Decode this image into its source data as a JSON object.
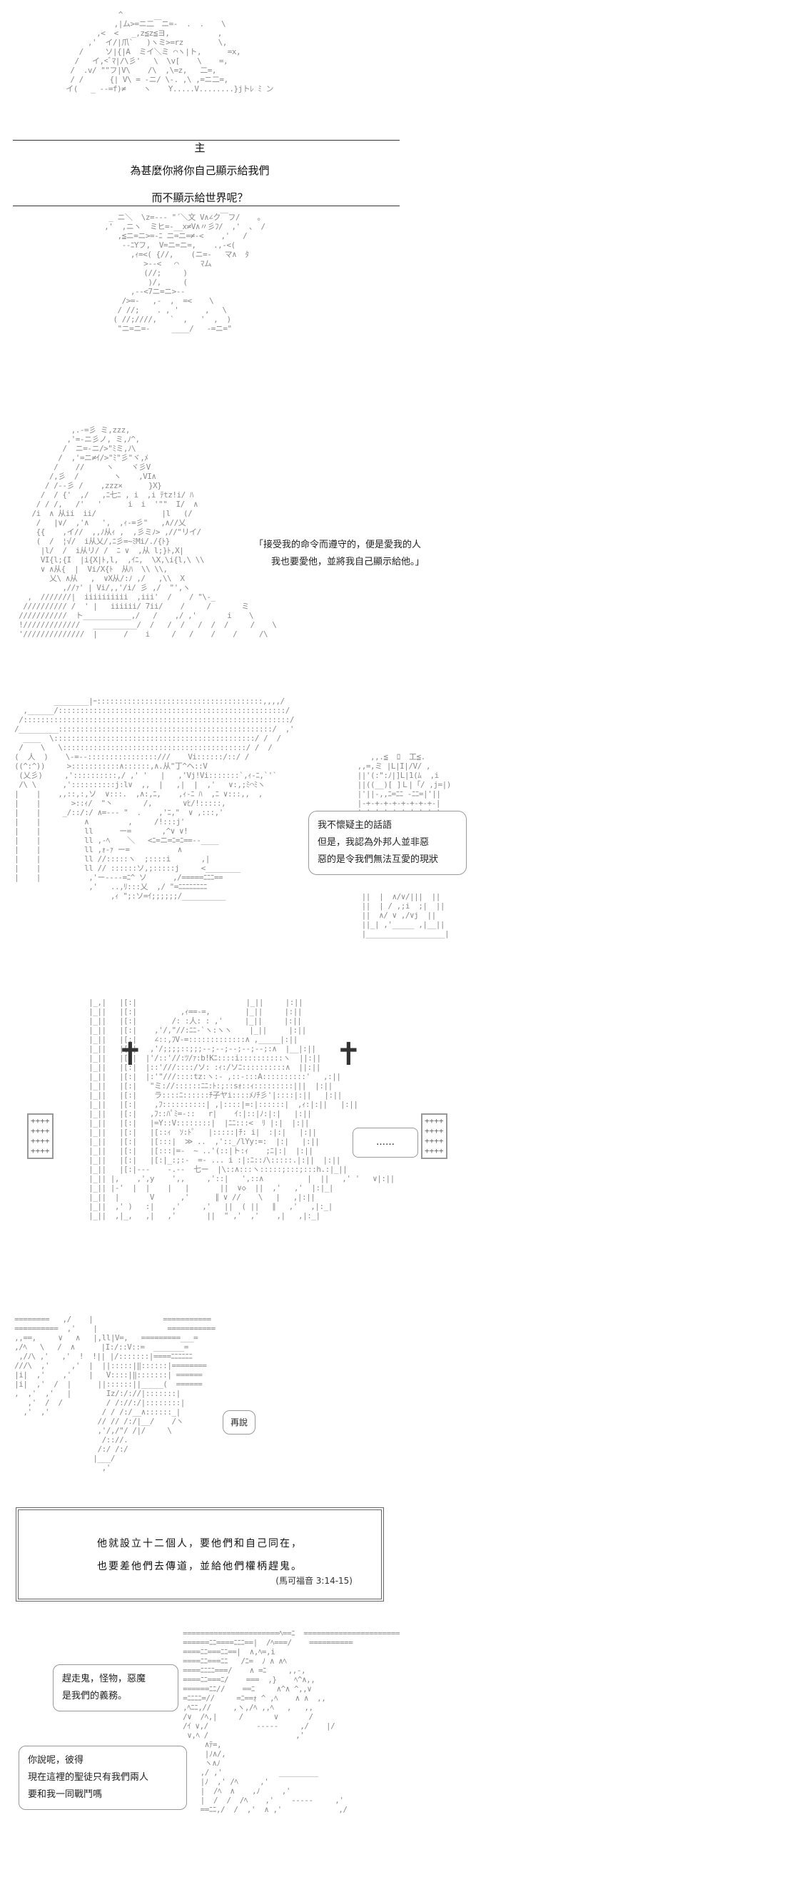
{
  "panel1": {
    "line1": "主",
    "line2": "為甚麼你將你自己顯示給我們",
    "line3": "而不顯示給世界呢？"
  },
  "panel2": {
    "bubble_line1": "「接受我的命令而遵守的，便是愛我的人",
    "bubble_line2": "我也要愛他，並將我自己顯示給他。」"
  },
  "panel3": {
    "bubble_line1": "我不懷疑主的話語",
    "bubble_line2": "但是，我認為外邦人並非惡",
    "bubble_line3": "惡的是令我們無法互愛的現狀"
  },
  "panel4": {
    "bubble": "……",
    "grid_glyph": "++++\n++++\n++++\n++++"
  },
  "panel5": {
    "bubble": "再說"
  },
  "quote": {
    "line1": "他就設立十二個人，要他們和自己同在，",
    "line2": "也要差他們去傳道，並給他們權柄趕鬼。",
    "citation": "(馬可福音 3:14-15)"
  },
  "panel7": {
    "bubble1_line1": "趕走鬼，怪物，惡魔",
    "bubble1_line2": "是我們的義務。",
    "bubble2_line1": "你說呢，彼得",
    "bubble2_line2": "現在這裡的聖徒只有我們兩人",
    "bubble2_line3": "要和我一同戰鬥嗎"
  }
}
